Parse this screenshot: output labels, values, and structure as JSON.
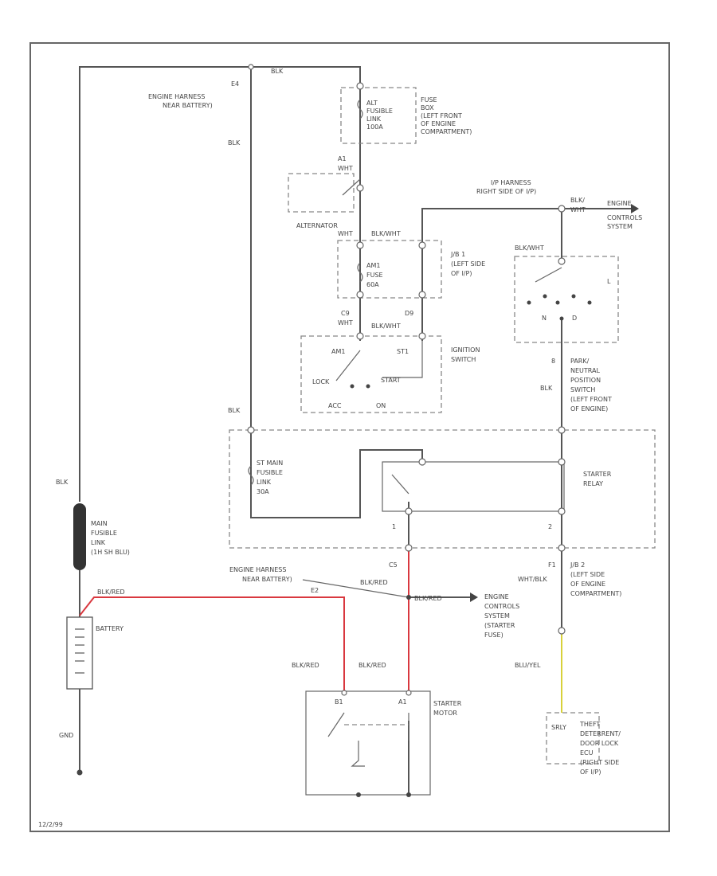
{
  "labels": {
    "blk_top": "BLK",
    "e4": "E4",
    "engine_harness_top_1": "ENGINE HARNESS",
    "engine_harness_top_2": "NEAR BATTERY)",
    "blk_left": "BLK",
    "fuse_alt_1": "ALT",
    "fuse_alt_2": "FUSIBLE",
    "fuse_alt_3": "LINK",
    "fuse_alt_4": "100A",
    "fuse_box_1": "FUSE",
    "fuse_box_2": "BOX",
    "fuse_box_3": "(LEFT FRONT",
    "fuse_box_4": "OF ENGINE",
    "fuse_box_5": "COMPARTMENT)",
    "a1": "A1",
    "wht": "WHT",
    "alternator": "ALTERNATOR",
    "ip_harness_1": "I/P HARNESS",
    "ip_harness_2": "RIGHT SIDE OF I/P)",
    "blk_wht_a": "BLK/",
    "blk_wht_b": "WHT",
    "engine_controls_1": "ENGINE",
    "engine_controls_2": "CONTROLS",
    "engine_controls_3": "SYSTEM",
    "blk_wht_1": "BLK/WHT",
    "blk_wht_2": "BLK/WHT",
    "blk_wht_3": "BLK/WHT",
    "wht_2": "WHT",
    "wht_3": "WHT",
    "am1_1": "AM1",
    "am1_2": "FUSE",
    "am1_3": "60A",
    "jb1_1": "J/B 1",
    "jb1_2": "(LEFT SIDE",
    "jb1_3": "OF I/P)",
    "c9": "C9",
    "d9": "D9",
    "am1_sw": "AM1",
    "st1": "ST1",
    "lock": "LOCK",
    "start": "START",
    "acc": "ACC",
    "on": "ON",
    "ign_sw_1": "IGNITION",
    "ign_sw_2": "SWITCH",
    "pnp_1": "PARK/",
    "pnp_2": "NEUTRAL",
    "pnp_3": "POSITION",
    "pnp_4": "SWITCH",
    "pnp_5": "(LEFT FRONT",
    "pnp_6": "OF ENGINE)",
    "pnp_n": "N",
    "pnp_d": "D",
    "pnp_l": "L",
    "pnp_pin": "8",
    "blk_right": "BLK",
    "blk_mid": "BLK",
    "st_main_1": "ST MAIN",
    "st_main_2": "FUSIBLE",
    "st_main_3": "LINK",
    "st_main_4": "30A",
    "starter_relay_1": "STARTER",
    "starter_relay_2": "RELAY",
    "pin1": "1",
    "pin2": "2",
    "c5": "C5",
    "f1": "F1",
    "wht_blk": "WHT/BLK",
    "jb2_1": "J/B 2",
    "jb2_2": "(LEFT SIDE",
    "jb2_3": "OF ENGINE",
    "jb2_4": "COMPARTMENT)",
    "engine_harness_mid_1": "ENGINE HARNESS",
    "engine_harness_mid_2": "NEAR BATTERY)",
    "e2": "E2",
    "blk_red_a": "BLK/RED",
    "blk_red_b": "BLK/RED",
    "blk_red_c": "BLK/RED",
    "blk_red_d": "BLK/RED",
    "blk_red_e": "BLK/RED",
    "ecs_starter_1": "ENGINE",
    "ecs_starter_2": "CONTROLS",
    "ecs_starter_3": "SYSTEM",
    "ecs_starter_4": "(STARTER",
    "ecs_starter_5": "FUSE)",
    "blk_vertical": "BLK",
    "main_fusible_1": "MAIN",
    "main_fusible_2": "FUSIBLE",
    "main_fusible_3": "LINK",
    "main_fusible_4": "(1H SH BLU)",
    "battery": "BATTERY",
    "blu_yel": "BLU/YEL",
    "starter_motor_1": "STARTER",
    "starter_motor_2": "MOTOR",
    "starter_a1": "A1",
    "starter_b1": "B1",
    "theft_1": "THEFT",
    "theft_2": "DETERRENT/",
    "theft_3": "DOOR LOCK",
    "theft_4": "ECU",
    "theft_5": "(RIGHT SIDE",
    "theft_6": "OF I/P)",
    "theft_pin": "SRLY",
    "gnd": "GND",
    "footer": "12/2/99"
  },
  "colors": {
    "wire_black": "#555555",
    "wire_red": "#d9383f",
    "wire_yellow": "#d8d13a"
  }
}
